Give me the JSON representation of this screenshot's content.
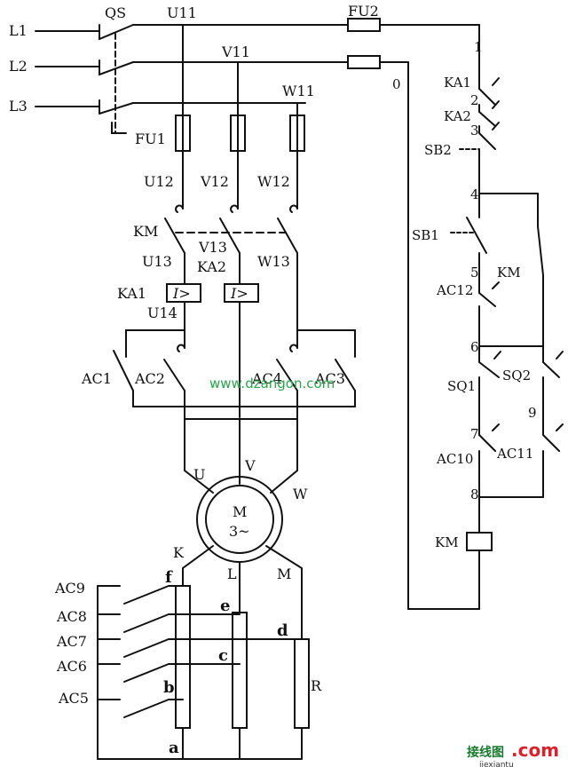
{
  "labels": {
    "l1": "L1",
    "l2": "L2",
    "l3": "L3",
    "qs": "QS",
    "u11": "U11",
    "v11": "V11",
    "w11": "W11",
    "fu1": "FU1",
    "fu2": "FU2",
    "u12": "U12",
    "v12": "V12",
    "w12": "W12",
    "km_main": "KM",
    "u13": "U13",
    "v13": "V13",
    "w13": "W13",
    "u14": "U14",
    "ka1": "KA1",
    "ka2": "KA2",
    "oc_symbol": "I>",
    "ac1": "AC1",
    "ac2": "AC2",
    "ac3": "AC3",
    "ac4": "AC4",
    "ac5": "AC5",
    "ac6": "AC6",
    "ac7": "AC7",
    "ac8": "AC8",
    "ac9": "AC9",
    "ac10": "AC10",
    "ac11": "AC11",
    "ac12": "AC12",
    "motor_m": "M",
    "motor_3": "3~",
    "u": "U",
    "v": "V",
    "w": "W",
    "k": "K",
    "l": "L",
    "mm": "M",
    "a": "a",
    "b": "b",
    "c": "c",
    "d": "d",
    "e": "e",
    "f": "f",
    "r": "R",
    "n0": "0",
    "n1": "1",
    "n2": "2",
    "n3": "3",
    "n4": "4",
    "n5": "5",
    "n6": "6",
    "n7": "7",
    "n8": "8",
    "n9": "9",
    "c_ka1": "KA1",
    "c_ka2": "KA2",
    "sb2": "SB2",
    "sb1": "SB1",
    "c_km": "KM",
    "sq1": "SQ1",
    "sq2": "SQ2",
    "coil_km": "KM"
  },
  "watermarks": {
    "center": "www.dzangon.com",
    "logo_cn": "接线图",
    "logo_en": ".com",
    "logo_url": "jiexiantu"
  }
}
